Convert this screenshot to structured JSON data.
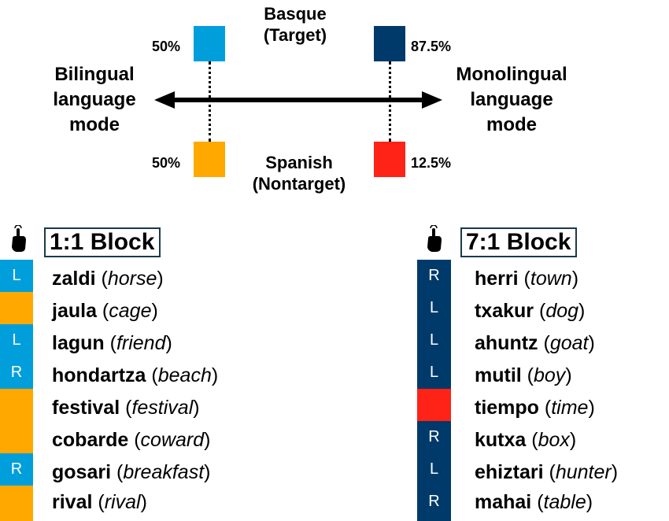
{
  "top_diagram": {
    "target_language": {
      "line1": "Basque",
      "line2": "(Target)"
    },
    "nontarget_language": {
      "line1": "Spanish",
      "line2": "(Nontarget)"
    },
    "left_mode": {
      "line1": "Bilingual",
      "line2": "language",
      "line3": "mode"
    },
    "right_mode": {
      "line1": "Monolingual",
      "line2": "language",
      "line3": "mode"
    },
    "bilingual_target_pct": "50%",
    "bilingual_nontarget_pct": "50%",
    "monolingual_target_pct": "87.5%",
    "monolingual_nontarget_pct": "12.5%",
    "colors": {
      "bilingual_target": "#009fdb",
      "bilingual_nontarget": "#ffa800",
      "monolingual_target": "#003a6b",
      "monolingual_nontarget": "#ff2216"
    }
  },
  "blocks": [
    {
      "title": "1:1 Block",
      "items": [
        {
          "marker": "L",
          "color": "#009fdb",
          "word": "zaldi",
          "gloss": "horse"
        },
        {
          "marker": "",
          "color": "#ffa800",
          "word": "jaula",
          "gloss": "cage"
        },
        {
          "marker": "L",
          "color": "#009fdb",
          "word": "lagun",
          "gloss": "friend"
        },
        {
          "marker": "R",
          "color": "#009fdb",
          "word": "hondartza",
          "gloss": "beach"
        },
        {
          "marker": "",
          "color": "#ffa800",
          "word": "festival",
          "gloss": "festival"
        },
        {
          "marker": "",
          "color": "#ffa800",
          "word": "cobarde",
          "gloss": "coward"
        },
        {
          "marker": "R",
          "color": "#009fdb",
          "word": "gosari",
          "gloss": "breakfast"
        },
        {
          "marker": "",
          "color": "#ffa800",
          "word": "rival",
          "gloss": "rival"
        }
      ]
    },
    {
      "title": "7:1 Block",
      "items": [
        {
          "marker": "R",
          "color": "#003a6b",
          "word": "herri",
          "gloss": "town"
        },
        {
          "marker": "L",
          "color": "#003a6b",
          "word": "txakur",
          "gloss": "dog"
        },
        {
          "marker": "L",
          "color": "#003a6b",
          "word": "ahuntz",
          "gloss": "goat"
        },
        {
          "marker": "L",
          "color": "#003a6b",
          "word": "mutil",
          "gloss": "boy"
        },
        {
          "marker": "",
          "color": "#ff2216",
          "word": "tiempo",
          "gloss": "time"
        },
        {
          "marker": "R",
          "color": "#003a6b",
          "word": "kutxa",
          "gloss": "box"
        },
        {
          "marker": "L",
          "color": "#003a6b",
          "word": "ehiztari",
          "gloss": "hunter"
        },
        {
          "marker": "R",
          "color": "#003a6b",
          "word": "mahai",
          "gloss": "table"
        }
      ]
    }
  ],
  "icons": {
    "block_icon": "hand-pointer-tap-icon"
  }
}
